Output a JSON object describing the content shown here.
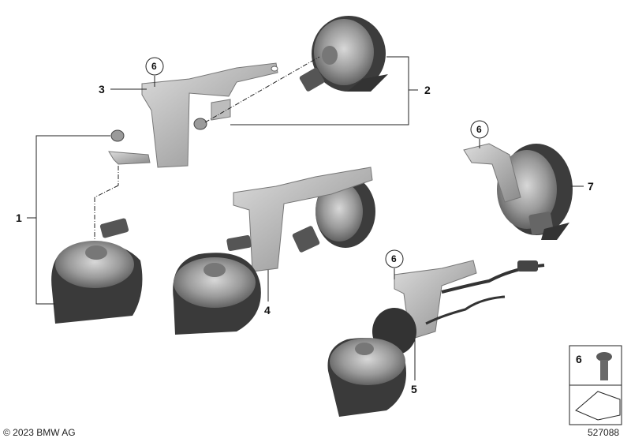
{
  "callouts": {
    "c1": "1",
    "c2": "2",
    "c3": "3",
    "c4": "4",
    "c5": "5",
    "c6a": "6",
    "c6b": "6",
    "c6c": "6",
    "c6d": "6",
    "c7": "7"
  },
  "footer": {
    "copyright": "© 2023 BMW AG",
    "diagram_id": "527088"
  },
  "colors": {
    "line": "#222222",
    "part_dark": "#4a4a4a",
    "part_mid": "#8c8c8c",
    "part_light": "#cfcfcf",
    "bracket": "#b9b9b9"
  }
}
